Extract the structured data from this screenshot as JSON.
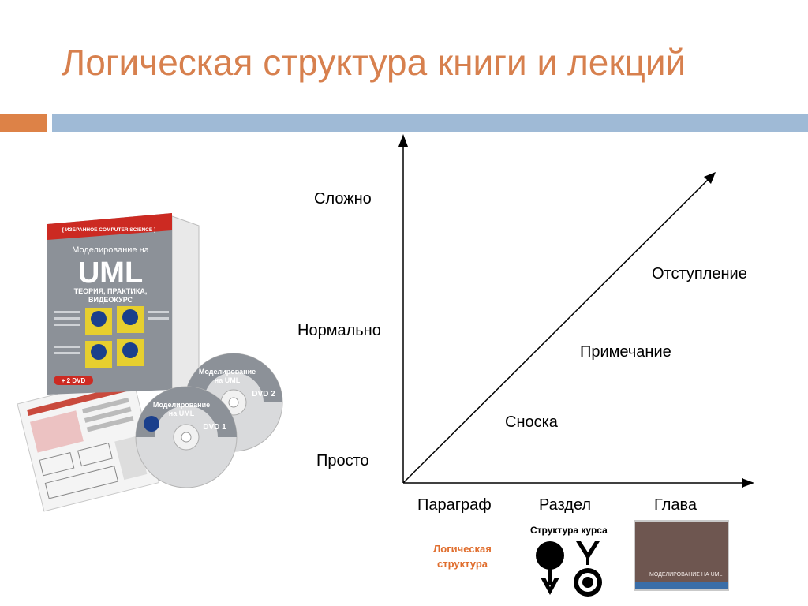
{
  "title": "Логическая структура книги и лекций",
  "axis": {
    "y_levels": [
      "Просто",
      "Нормально",
      "Сложно"
    ],
    "x_levels": [
      "Параграф",
      "Раздел",
      "Глава"
    ]
  },
  "diagonal_labels": [
    "Сноска",
    "Примечание",
    "Отступление"
  ],
  "bottom": {
    "logical_structure": "Логическая структура",
    "course_structure": "Структура курса"
  },
  "book": {
    "series": "[ ИЗБРАННОЕ COMPUTER SCIENCE ]",
    "title_line1": "Моделирование на",
    "title_big": "UML",
    "subtitle1": "ТЕОРИЯ, ПРАКТИКА,",
    "subtitle2": "ВИДЕОКУРС",
    "dvd_badge": "+ 2 DVD",
    "disc1_title1": "Моделирование",
    "disc1_title2": "на UML",
    "disc1_label": "DVD 1",
    "disc2_title1": "Моделирование",
    "disc2_title2": "на UML",
    "disc2_label": "DVD 2"
  },
  "thumbnail": {
    "cover_text": "МОДЕЛИРОВАНИЕ НА UML"
  },
  "colors": {
    "title": "#d7804e",
    "accent_orange": "#dd8247",
    "accent_blue": "#9fbad6",
    "book_red": "#cc2a22",
    "book_gray": "#8c9198",
    "book_yellow": "#e7cf2e",
    "thumbnail_brown": "#6e5650"
  }
}
